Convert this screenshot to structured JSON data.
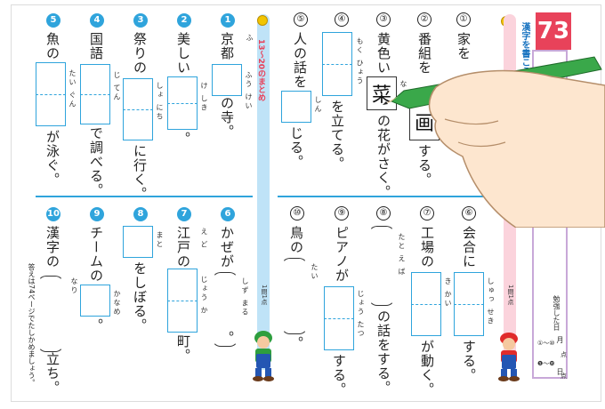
{
  "page_number": "73",
  "title": "漢字を書こう",
  "section_label": "13〜20のまとめ",
  "points_left": "1問1点",
  "points_right": "1問1点",
  "answer_note": "答えは74ページでたしかめましょう。",
  "score_labels": {
    "date": "勉強した日",
    "month": "月",
    "day": "日",
    "score_range_1": "①〜⑩",
    "score_range_2": "❶〜❿",
    "points_unit": "点"
  },
  "set_a": [
    {
      "num": "①",
      "text_top": "家を"
    },
    {
      "num": "②",
      "text_top": "番組を",
      "text_bottom": "する。",
      "filled": "画"
    },
    {
      "num": "③",
      "text_top": "黄色い",
      "filled": "菜",
      "text_bottom": "の花がさく。",
      "ruby": "な"
    },
    {
      "num": "④",
      "text_bottom": "を立てる。",
      "ruby": "もく ひょう"
    },
    {
      "num": "⑤",
      "text_top": "人の話を",
      "text_bottom": "じる。",
      "ruby": "しん"
    }
  ],
  "set_b": [
    {
      "num": "⑥",
      "text_top": "会合に",
      "text_bottom": "する。",
      "ruby": "しゅっ せき"
    },
    {
      "num": "⑦",
      "text_top": "工場の",
      "text_bottom": "が動く。",
      "ruby": "き かい"
    },
    {
      "num": "⑧",
      "text_bottom": "の話をする。",
      "ruby": "たと え ば"
    },
    {
      "num": "⑨",
      "text_top": "ピアノが",
      "text_bottom": "する。",
      "ruby": "じょう たつ"
    },
    {
      "num": "⑩",
      "text_top": "鳥の",
      "text_bottom": "。",
      "ruby": "たい"
    }
  ],
  "set_c": [
    {
      "num": "1",
      "text_top": "京都",
      "text_bottom": "の寺。",
      "ruby_a": "ふ",
      "ruby_b": "ふう けい"
    },
    {
      "num": "2",
      "text_top": "美しい",
      "text_bottom": "。",
      "ruby": "け しき"
    },
    {
      "num": "3",
      "text_top": "祭りの",
      "text_bottom": "に行く。",
      "ruby": "しょ にち"
    },
    {
      "num": "4",
      "text_top": "国語",
      "text_bottom": "で調べる。",
      "ruby": "じ てん"
    },
    {
      "num": "5",
      "text_top": "魚の",
      "text_bottom": "が泳ぐ。",
      "ruby": "たい ぐん"
    }
  ],
  "set_d": [
    {
      "num": "6",
      "text_top": "かぜが",
      "text_bottom": "。",
      "ruby": "しず まる"
    },
    {
      "num": "7",
      "text_top": "江戸の",
      "text_bottom": "町。",
      "ruby_a": "え ど",
      "ruby_b": "じょう か"
    },
    {
      "num": "8",
      "text_bottom": "をしぼる。",
      "ruby": "まと"
    },
    {
      "num": "9",
      "text_top": "チームの",
      "text_bottom": "。",
      "ruby_a": "なり",
      "ruby_b": "かなめ"
    },
    {
      "num": "10",
      "text_top": "漢字の",
      "text_bottom": "立ち。"
    }
  ],
  "colors": {
    "accent_blue": "#2fa4dc",
    "accent_red": "#e8425a",
    "accent_purple": "#c8a8d8"
  }
}
